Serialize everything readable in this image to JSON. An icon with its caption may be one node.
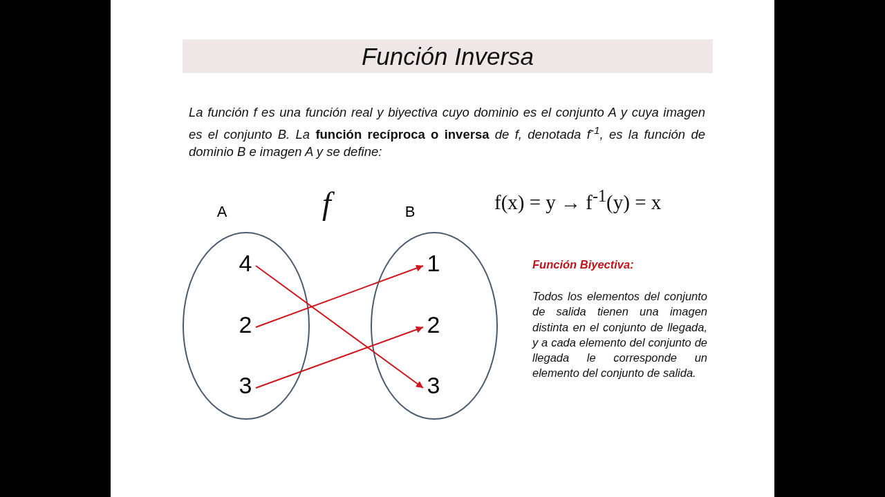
{
  "diagram": {
    "title": "Función Inversa",
    "nodes": [
      {
        "text": [
          "A"
        ]
      },
      {
        "text": [
          "4"
        ],
        "in": 0
      },
      {
        "text": [
          "2"
        ],
        "in": 0
      },
      {
        "text": [
          "3"
        ],
        "in": 0
      },
      {
        "text": [
          "B"
        ]
      },
      {
        "text": [
          "1"
        ],
        "in": 4
      },
      {
        "text": [
          "2"
        ],
        "in": 4
      },
      {
        "text": [
          "3"
        ],
        "in": 4
      }
    ],
    "edges": [
      {
        "from": 1,
        "to": 7,
        "arrow": "to"
      },
      {
        "from": 2,
        "to": 5,
        "arrow": "to"
      },
      {
        "from": 3,
        "to": 6,
        "arrow": "to"
      }
    ],
    "labels": [
      "La función f es una función real y biyectiva cuyo dominio es el conjunto A y cuya imagen es el conjunto B. La **función recíproca o inversa** de f, denotada f$^{-1}$, es la función de dominio B e imagen A y se define:",
      "f",
      "f(x) = y → f$^{-1}$(y) = x",
      "Función Biyectiva:",
      "Todos los elementos del conjunto de salida tienen una imagen distinta en el conjunto de llegada, y a cada elemento del conjunto de llegada le corresponde un elemento del conjunto de salida."
    ]
  }
}
